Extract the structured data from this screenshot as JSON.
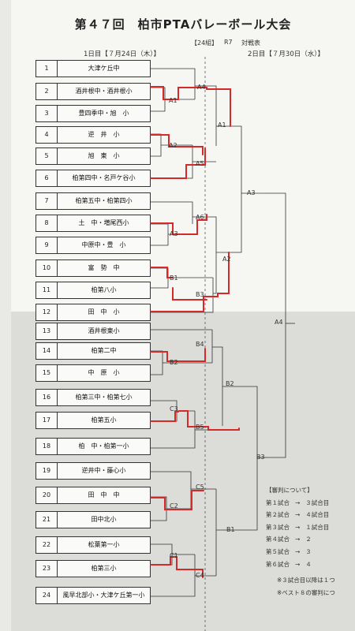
{
  "title": "第４７回　柏市PTAバレーボール大会",
  "subtitle": {
    "group": "【24組】",
    "round": "R7",
    "type": "対戦表"
  },
  "day1": "1日目【７月24日（木）】",
  "day2": "2日目【７月30日（水）】",
  "teams": [
    {
      "no": "1",
      "name": "大津ケ丘中"
    },
    {
      "no": "2",
      "name": "酒井根中・酒井根小"
    },
    {
      "no": "3",
      "name": "豊四季中・旭　小"
    },
    {
      "no": "4",
      "name": "逆　井　小"
    },
    {
      "no": "5",
      "name": "旭　東　小"
    },
    {
      "no": "6",
      "name": "柏第四中・名戸ケ谷小"
    },
    {
      "no": "7",
      "name": "柏第五中・柏第四小"
    },
    {
      "no": "8",
      "name": "土　中・増尾西小"
    },
    {
      "no": "9",
      "name": "中原中・豊　小"
    },
    {
      "no": "10",
      "name": "富　勢　中"
    },
    {
      "no": "11",
      "name": "柏第八小"
    },
    {
      "no": "12",
      "name": "田　中　小"
    },
    {
      "no": "13",
      "name": "酒井根東小"
    },
    {
      "no": "14",
      "name": "柏第二中"
    },
    {
      "no": "15",
      "name": "中　原　小"
    },
    {
      "no": "16",
      "name": "柏第三中・柏第七小"
    },
    {
      "no": "17",
      "name": "柏第五小"
    },
    {
      "no": "18",
      "name": "柏　中・柏第一小"
    },
    {
      "no": "19",
      "name": "逆井中・藤心小"
    },
    {
      "no": "20",
      "name": "田　中　中"
    },
    {
      "no": "21",
      "name": "田中北小"
    },
    {
      "no": "22",
      "name": "松葉第一小"
    },
    {
      "no": "23",
      "name": "柏第三小"
    },
    {
      "no": "24",
      "name": "風早北部小・大津ケ丘第一小"
    }
  ],
  "matches": {
    "A1": "A1",
    "A2": "A2",
    "A3": "A3",
    "A4": "A4",
    "A5": "A5",
    "A6": "A6",
    "B1": "B1",
    "B2": "B2",
    "B3": "B3",
    "B4": "B4",
    "B5": "B5",
    "C1": "C1",
    "C2": "C2",
    "C3": "C3",
    "C4": "C4",
    "C5": "C5",
    "R2A1": "A1",
    "R2A2": "A2",
    "R2A3": "A3",
    "R2B2": "B2",
    "R2B1": "B1",
    "R2B3": "B3",
    "FA4": "A4"
  },
  "referee": {
    "title": "【審判について】",
    "rows": [
      {
        "match": "第１試合",
        "arrow": "→",
        "value": "３試合目"
      },
      {
        "match": "第２試合",
        "arrow": "→",
        "value": "４試合目"
      },
      {
        "match": "第３試合",
        "arrow": "→",
        "value": "１試合目"
      },
      {
        "match": "第４試合",
        "arrow": "→",
        "value": "２"
      },
      {
        "match": "第５試合",
        "arrow": "→",
        "value": "３"
      },
      {
        "match": "第６試合",
        "arrow": "→",
        "value": "４"
      }
    ],
    "note1": "※３試合目以降は１つ",
    "note2": "※ベスト８の審判につ"
  }
}
